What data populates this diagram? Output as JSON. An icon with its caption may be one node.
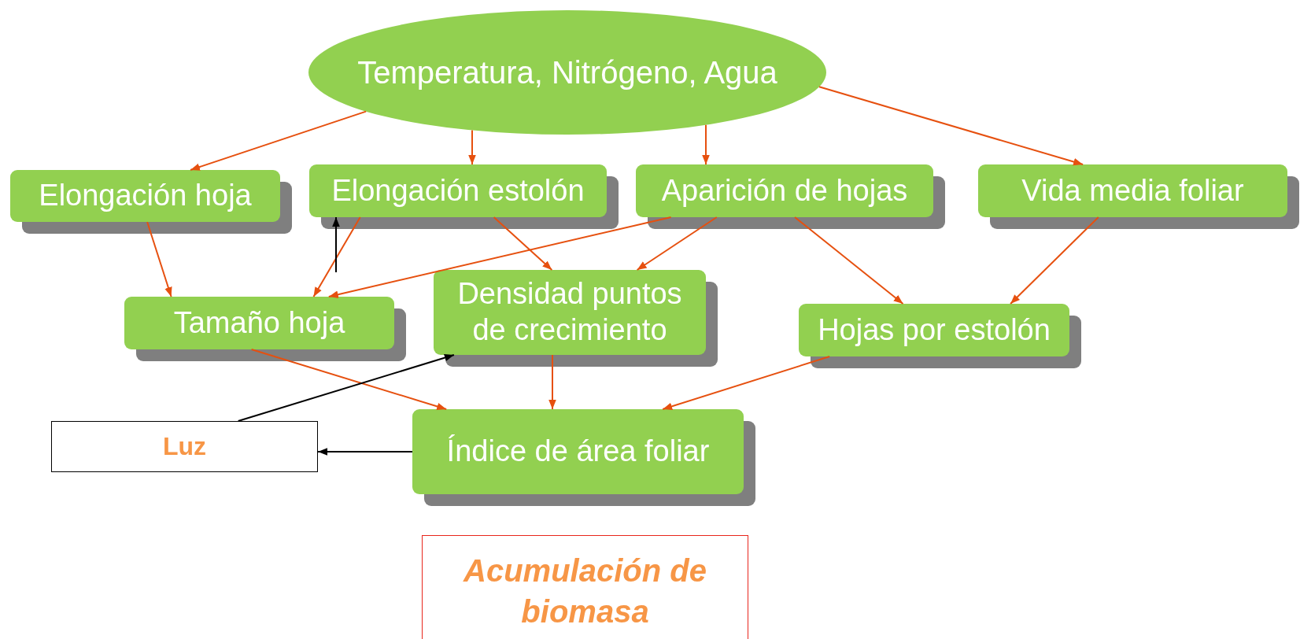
{
  "diagram": {
    "nodes": [
      {
        "text": [
          "Temperatura, Nitrógeno, Agua"
        ]
      },
      {
        "text": [
          "Elongación hoja"
        ]
      },
      {
        "text": [
          "Elongación estolón"
        ]
      },
      {
        "text": [
          "Aparición de hojas"
        ]
      },
      {
        "text": [
          "Vida media foliar"
        ]
      },
      {
        "text": [
          "Tamaño hoja"
        ]
      },
      {
        "text": [
          "Densidad puntos de crecimiento"
        ]
      },
      {
        "text": [
          "Hojas por estolón"
        ]
      },
      {
        "text": [
          "Luz"
        ]
      },
      {
        "text": [
          "Índice de área foliar"
        ]
      },
      {
        "text": [
          "Acumulación de biomasa"
        ]
      }
    ],
    "edges": [
      {
        "from": 0,
        "to": 1,
        "arrow": "to"
      },
      {
        "from": 0,
        "to": 2,
        "arrow": "to"
      },
      {
        "from": 0,
        "to": 3,
        "arrow": "to"
      },
      {
        "from": 0,
        "to": 4,
        "arrow": "to"
      },
      {
        "from": 1,
        "to": 5,
        "arrow": "to"
      },
      {
        "from": 2,
        "to": 5,
        "arrow": "to"
      },
      {
        "from": 3,
        "to": 5,
        "arrow": "to"
      },
      {
        "from": 2,
        "to": 6,
        "arrow": "to"
      },
      {
        "from": 3,
        "to": 6,
        "arrow": "to"
      },
      {
        "from": 3,
        "to": 7,
        "arrow": "to"
      },
      {
        "from": 4,
        "to": 7,
        "arrow": "to"
      },
      {
        "from": 5,
        "to": 9,
        "arrow": "to"
      },
      {
        "from": 6,
        "to": 9,
        "arrow": "to"
      },
      {
        "from": 7,
        "to": 9,
        "arrow": "to"
      },
      {
        "from": null,
        "to": 2,
        "arrow": "to",
        "color": "#000000"
      },
      {
        "from": 8,
        "to": 6,
        "arrow": "to",
        "color": "#000000"
      },
      {
        "from": 9,
        "to": 8,
        "arrow": "to",
        "color": "#000000"
      }
    ]
  }
}
